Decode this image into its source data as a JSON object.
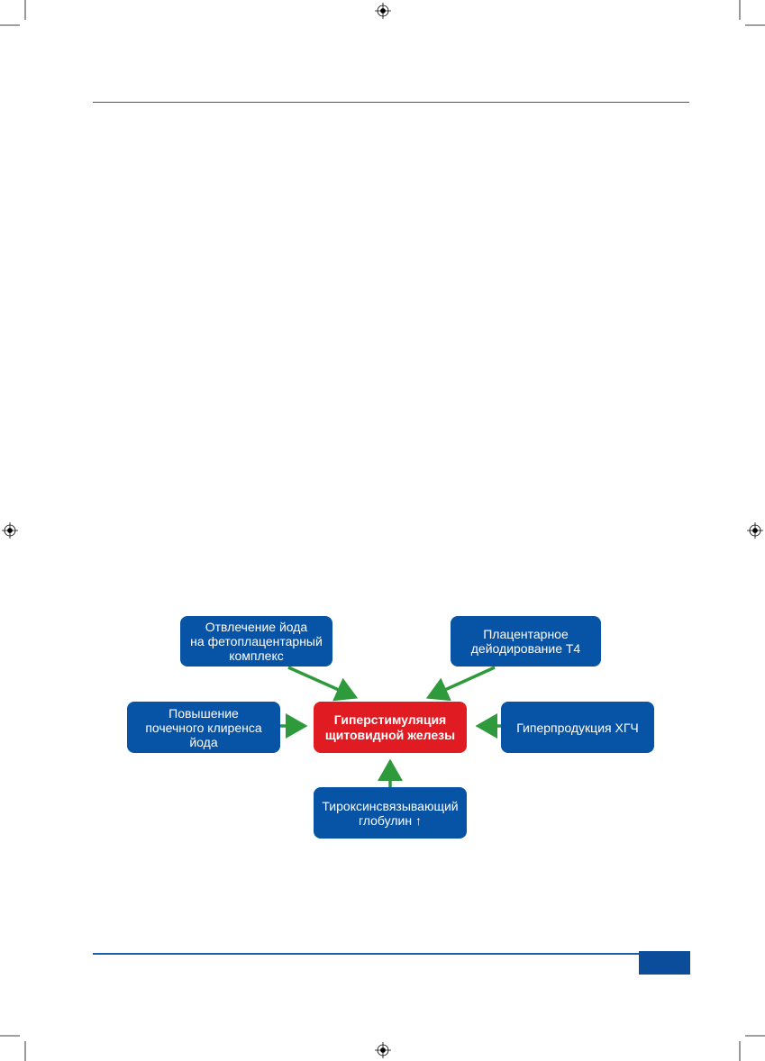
{
  "diagram": {
    "center": {
      "label": "Гиперстимуляция\nщитовидной железы"
    },
    "nodes": [
      {
        "id": "iodine-diversion",
        "label": "Отвлечение йода\nна фетоплацентарный\nкомплекс"
      },
      {
        "id": "placental-deiodination",
        "label": "Плацентарное\nдейодирование Т4"
      },
      {
        "id": "renal-clearance",
        "label": "Повышение\nпочечного клиренса\nйода"
      },
      {
        "id": "hcg-overproduction",
        "label": "Гиперпродукция ХГЧ"
      },
      {
        "id": "tbg-increase",
        "label": "Тироксинсвязывающий\nглобулин ↑"
      }
    ],
    "colors": {
      "node_fill": "#0753a5",
      "center_fill": "#e11b22",
      "arrow": "#2f9a3b",
      "rule": "#1f5fa8"
    }
  }
}
